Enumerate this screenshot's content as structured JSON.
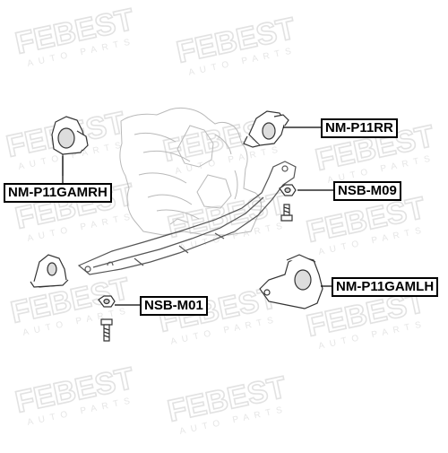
{
  "watermark": {
    "brand": "FEBEST",
    "tagline": "AUTO PARTS"
  },
  "parts": {
    "rr": "NM-P11RR",
    "m09": "NSB-M09",
    "gamrh": "NM-P11GAMRH",
    "gamlh": "NM-P11GAMLH",
    "m01": "NSB-M01"
  }
}
